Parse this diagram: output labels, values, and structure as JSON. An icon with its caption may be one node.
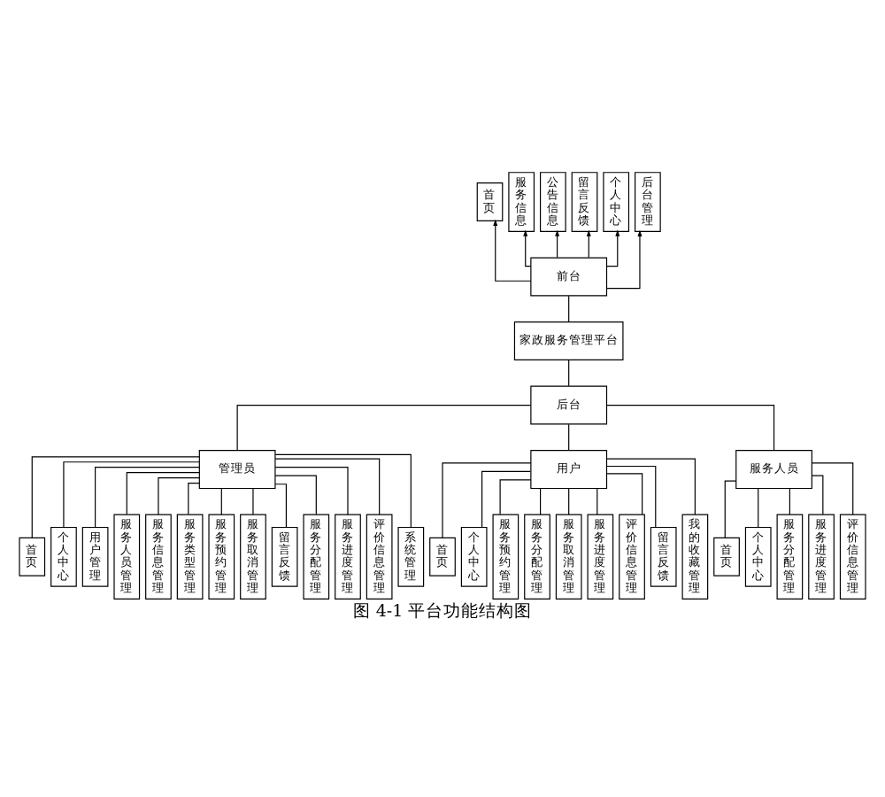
{
  "diagram": {
    "caption": "图 4-1 平台功能结构图",
    "nodes": [
      {
        "text": [
          "首页"
        ]
      },
      {
        "text": [
          "服务信息"
        ]
      },
      {
        "text": [
          "公告信息"
        ]
      },
      {
        "text": [
          "留言反馈"
        ]
      },
      {
        "text": [
          "个人中心"
        ]
      },
      {
        "text": [
          "后台管理"
        ]
      },
      {
        "text": [
          "前台"
        ]
      },
      {
        "text": [
          "家政服务管理平台"
        ]
      },
      {
        "text": [
          "后台"
        ]
      },
      {
        "text": [
          "管理员"
        ]
      },
      {
        "text": [
          "首页"
        ]
      },
      {
        "text": [
          "个人中心"
        ]
      },
      {
        "text": [
          "用户管理"
        ]
      },
      {
        "text": [
          "服务人员管理"
        ]
      },
      {
        "text": [
          "服务信息管理"
        ]
      },
      {
        "text": [
          "服务类型管理"
        ]
      },
      {
        "text": [
          "服务预约管理"
        ]
      },
      {
        "text": [
          "服务取消管理"
        ]
      },
      {
        "text": [
          "留言反馈"
        ]
      },
      {
        "text": [
          "服务分配管理"
        ]
      },
      {
        "text": [
          "服务进度管理"
        ]
      },
      {
        "text": [
          "评价信息管理"
        ]
      },
      {
        "text": [
          "系统管理"
        ]
      },
      {
        "text": [
          "用户"
        ]
      },
      {
        "text": [
          "首页"
        ]
      },
      {
        "text": [
          "个人中心"
        ]
      },
      {
        "text": [
          "服务预约管理"
        ]
      },
      {
        "text": [
          "服务分配管理"
        ]
      },
      {
        "text": [
          "服务取消管理"
        ]
      },
      {
        "text": [
          "服务进度管理"
        ]
      },
      {
        "text": [
          "评价信息管理"
        ]
      },
      {
        "text": [
          "留言反馈"
        ]
      },
      {
        "text": [
          "我的收藏管理"
        ]
      },
      {
        "text": [
          "服务人员"
        ]
      },
      {
        "text": [
          "首页"
        ]
      },
      {
        "text": [
          "个人中心"
        ]
      },
      {
        "text": [
          "服务分配管理"
        ]
      },
      {
        "text": [
          "服务进度管理"
        ]
      },
      {
        "text": [
          "评价信息管理"
        ]
      }
    ],
    "edges": [
      {
        "from": 6,
        "to": 0,
        "arrow": "to"
      },
      {
        "from": 6,
        "to": 1,
        "arrow": "to"
      },
      {
        "from": 6,
        "to": 2,
        "arrow": "to"
      },
      {
        "from": 6,
        "to": 3,
        "arrow": "to"
      },
      {
        "from": 6,
        "to": 4,
        "arrow": "to"
      },
      {
        "from": 6,
        "to": 5,
        "arrow": "to"
      },
      {
        "from": 6,
        "to": 7,
        "arrow": "none"
      },
      {
        "from": 7,
        "to": 8,
        "arrow": "none"
      },
      {
        "from": 8,
        "to": 9,
        "arrow": "none"
      },
      {
        "from": 8,
        "to": 23,
        "arrow": "none"
      },
      {
        "from": 8,
        "to": 33,
        "arrow": "none"
      },
      {
        "from": 9,
        "to": 10,
        "arrow": "none"
      },
      {
        "from": 9,
        "to": 11,
        "arrow": "none"
      },
      {
        "from": 9,
        "to": 12,
        "arrow": "none"
      },
      {
        "from": 9,
        "to": 13,
        "arrow": "none"
      },
      {
        "from": 9,
        "to": 14,
        "arrow": "none"
      },
      {
        "from": 9,
        "to": 15,
        "arrow": "none"
      },
      {
        "from": 9,
        "to": 16,
        "arrow": "none"
      },
      {
        "from": 9,
        "to": 17,
        "arrow": "none"
      },
      {
        "from": 9,
        "to": 18,
        "arrow": "none"
      },
      {
        "from": 9,
        "to": 19,
        "arrow": "none"
      },
      {
        "from": 9,
        "to": 20,
        "arrow": "none"
      },
      {
        "from": 9,
        "to": 21,
        "arrow": "none"
      },
      {
        "from": 9,
        "to": 22,
        "arrow": "none"
      },
      {
        "from": 23,
        "to": 24,
        "arrow": "none"
      },
      {
        "from": 23,
        "to": 25,
        "arrow": "none"
      },
      {
        "from": 23,
        "to": 26,
        "arrow": "none"
      },
      {
        "from": 23,
        "to": 27,
        "arrow": "none"
      },
      {
        "from": 23,
        "to": 28,
        "arrow": "none"
      },
      {
        "from": 23,
        "to": 29,
        "arrow": "none"
      },
      {
        "from": 23,
        "to": 30,
        "arrow": "none"
      },
      {
        "from": 23,
        "to": 31,
        "arrow": "none"
      },
      {
        "from": 23,
        "to": 32,
        "arrow": "none"
      },
      {
        "from": 33,
        "to": 34,
        "arrow": "none"
      },
      {
        "from": 33,
        "to": 35,
        "arrow": "none"
      },
      {
        "from": 33,
        "to": 36,
        "arrow": "none"
      },
      {
        "from": 33,
        "to": 37,
        "arrow": "none"
      },
      {
        "from": 33,
        "to": 38,
        "arrow": "none"
      }
    ]
  }
}
